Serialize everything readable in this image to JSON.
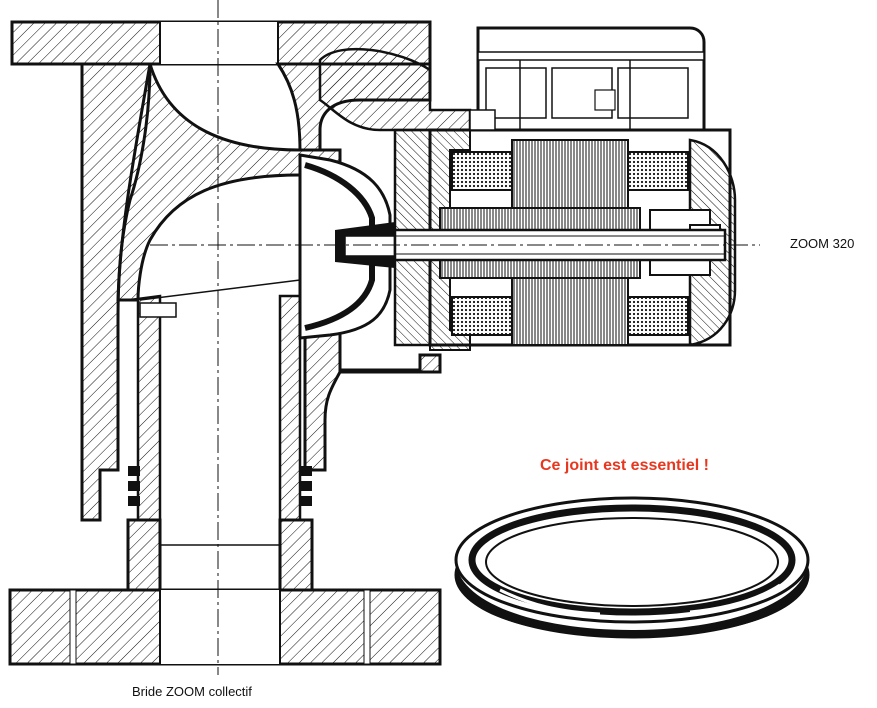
{
  "labels": {
    "model_name": "ZOOM 320",
    "flange_caption": "Bride ZOOM collectif",
    "callout": "Ce joint est essentiel !"
  },
  "colors": {
    "callout": "#e8371f",
    "ink": "#111111",
    "paper": "#ffffff"
  }
}
